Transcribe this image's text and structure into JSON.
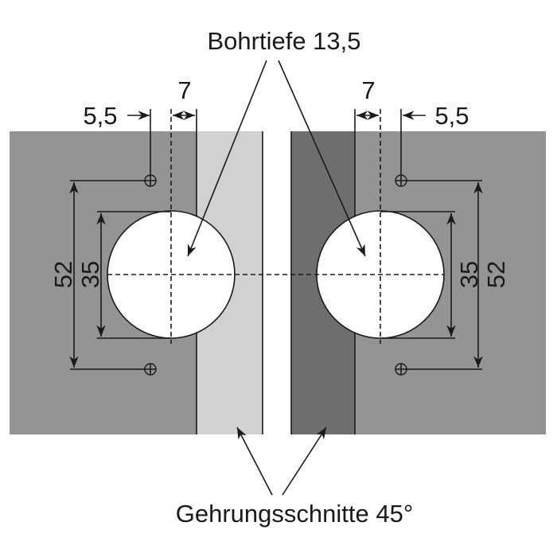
{
  "labels": {
    "drill_depth": "Bohrtiefe 13,5",
    "miter_cuts": "Gehrungsschnitte 45°"
  },
  "dimensions": {
    "left_edge_offset": "5,5",
    "left_center_offset": "7",
    "right_center_offset": "7",
    "right_edge_offset": "5,5",
    "left_screw_spacing": "52",
    "left_cup_diameter": "35",
    "right_cup_diameter": "35",
    "right_screw_spacing": "52"
  },
  "colors": {
    "panel": "#949497",
    "miter_light": "#d1d1d3",
    "miter_dark": "#6e6e71"
  }
}
